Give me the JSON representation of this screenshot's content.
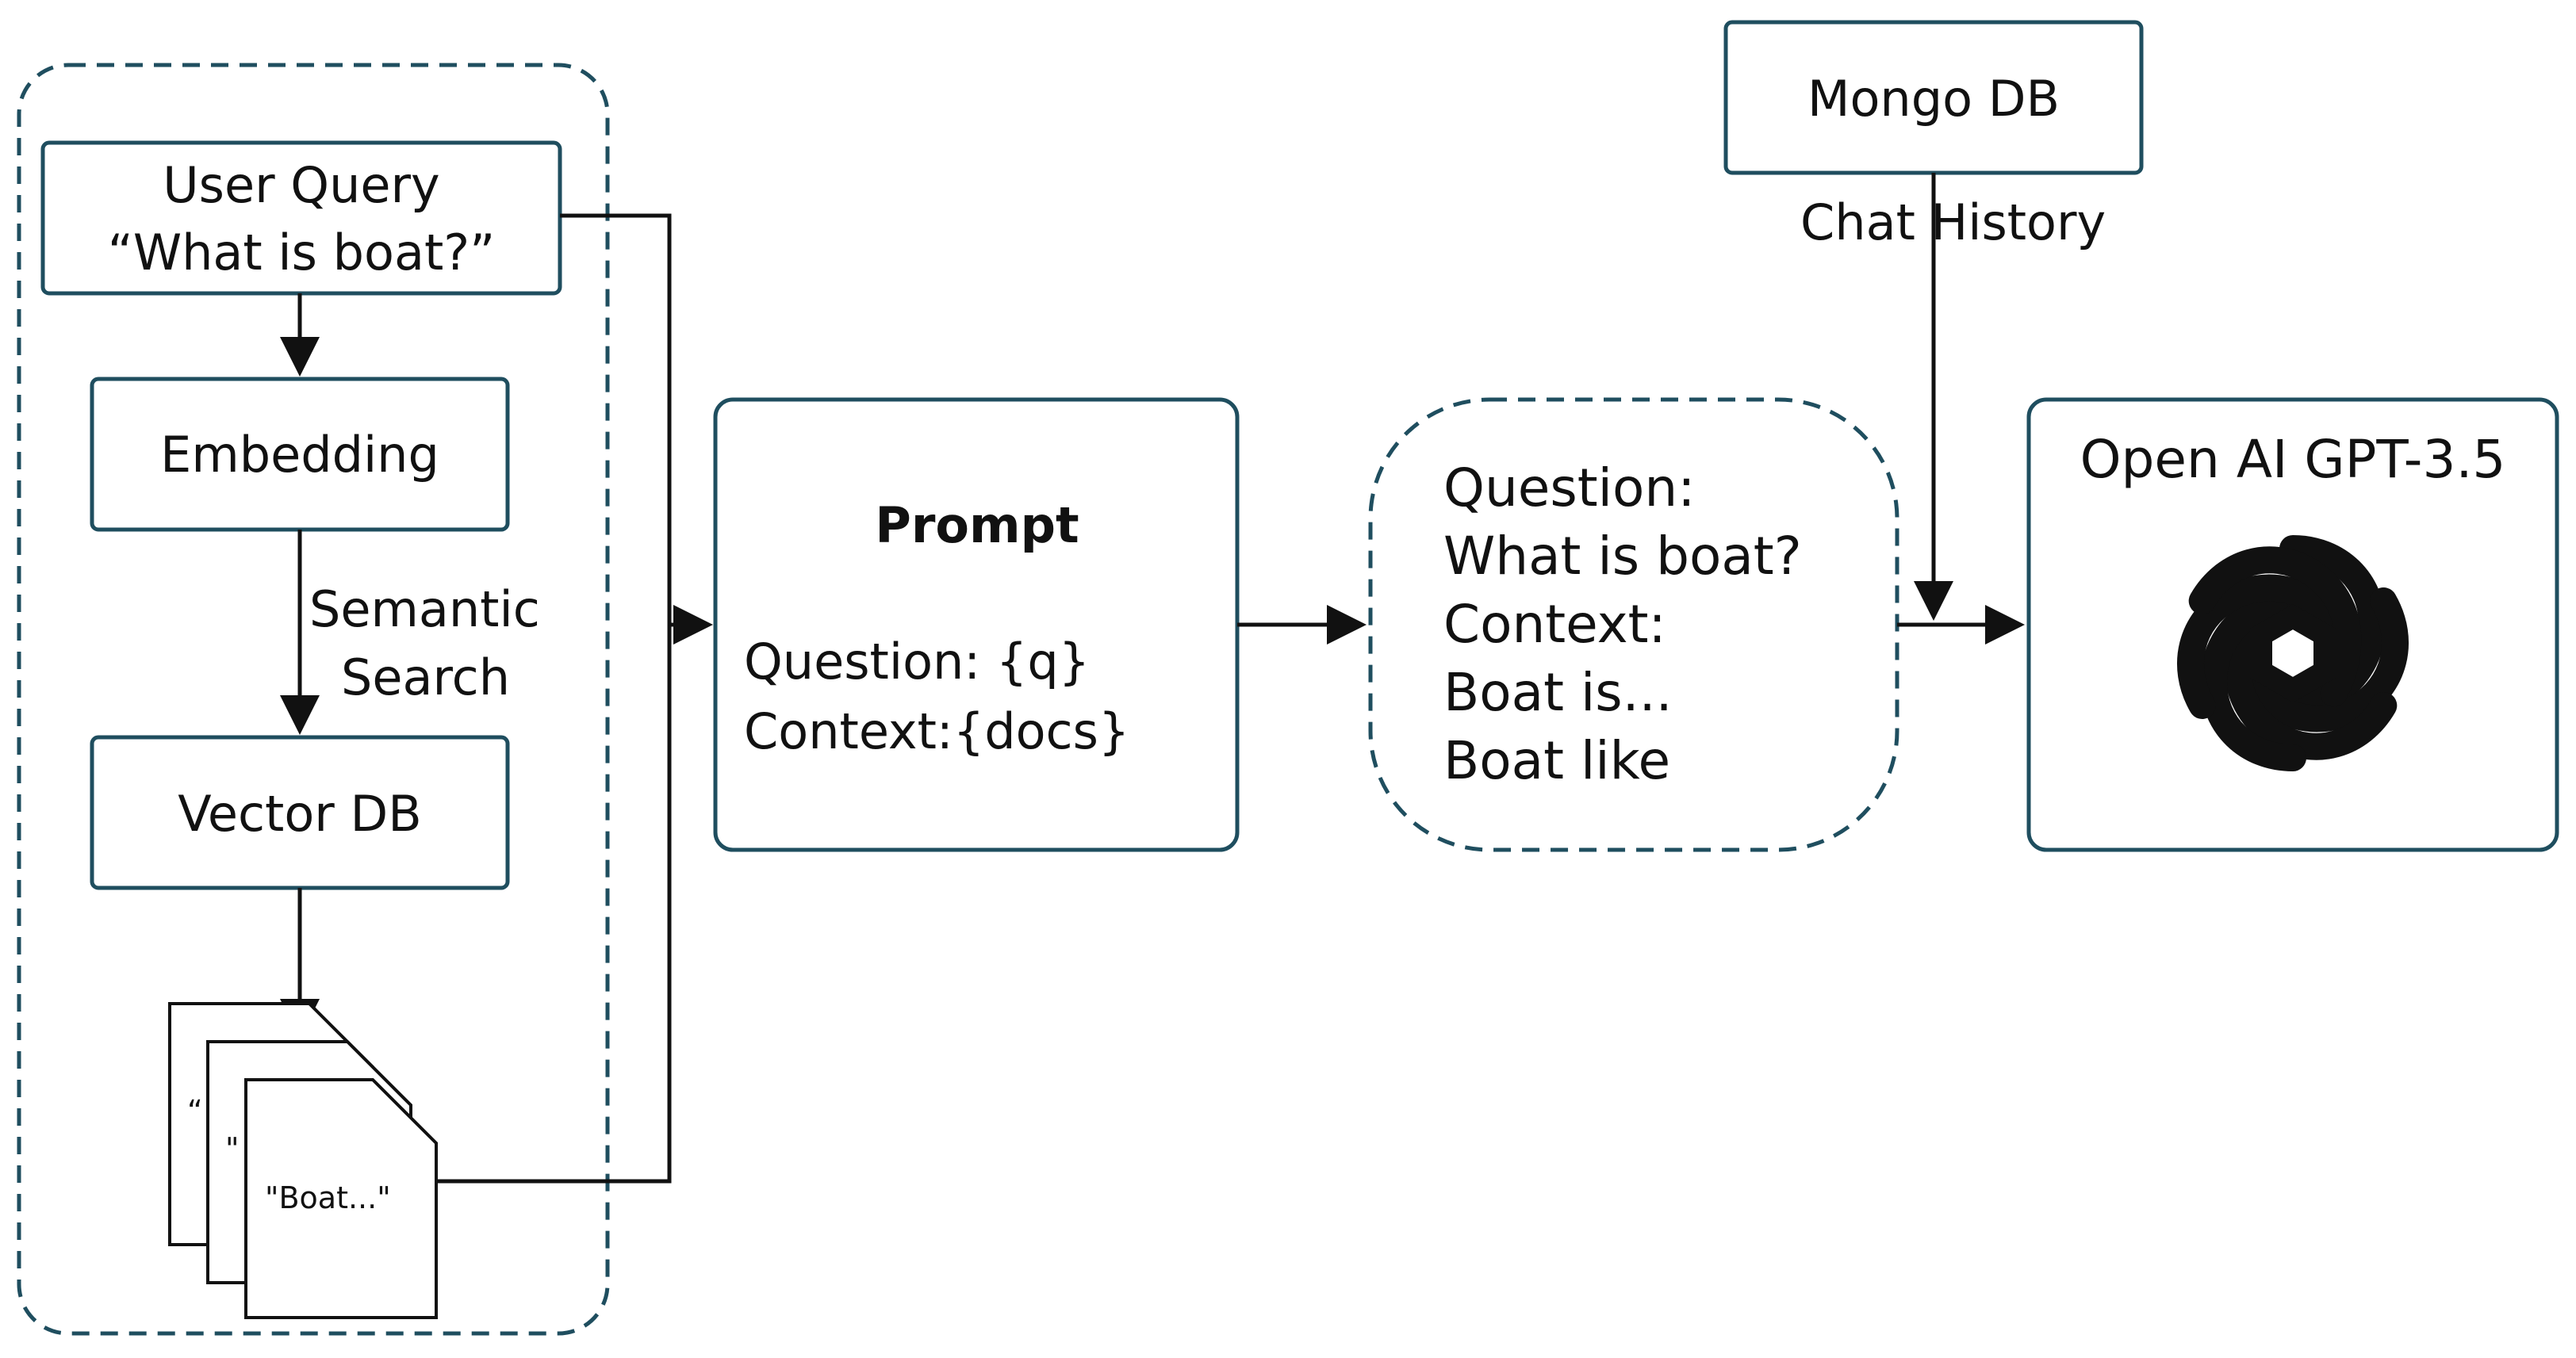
{
  "colors": {
    "box_border": "#1f4e5f",
    "arrow": "#111111",
    "text": "#111111"
  },
  "nodes": {
    "user_query": {
      "line1": "User Query",
      "line2": "“What is boat?”"
    },
    "embedding": {
      "label": "Embedding"
    },
    "semantic_search": {
      "line1": "Semantic",
      "line2": "Search"
    },
    "vector_db": {
      "label": "Vector DB"
    },
    "docs": {
      "front_label": "\"Boat...\"",
      "back_label_1": "“",
      "back_label_2": "\""
    },
    "prompt": {
      "title": "Prompt",
      "line1": "Question: {q}",
      "line2": "Context:{docs}"
    },
    "filled_prompt": {
      "line1": "Question:",
      "line2": "What is boat?",
      "line3": "Context:",
      "line4": "Boat is...",
      "line5": "Boat like"
    },
    "mongo_db": {
      "label": "Mongo DB"
    },
    "chat_history": {
      "label": "Chat History"
    },
    "openai": {
      "label": "Open AI GPT-3.5",
      "icon": "openai-icon"
    }
  }
}
